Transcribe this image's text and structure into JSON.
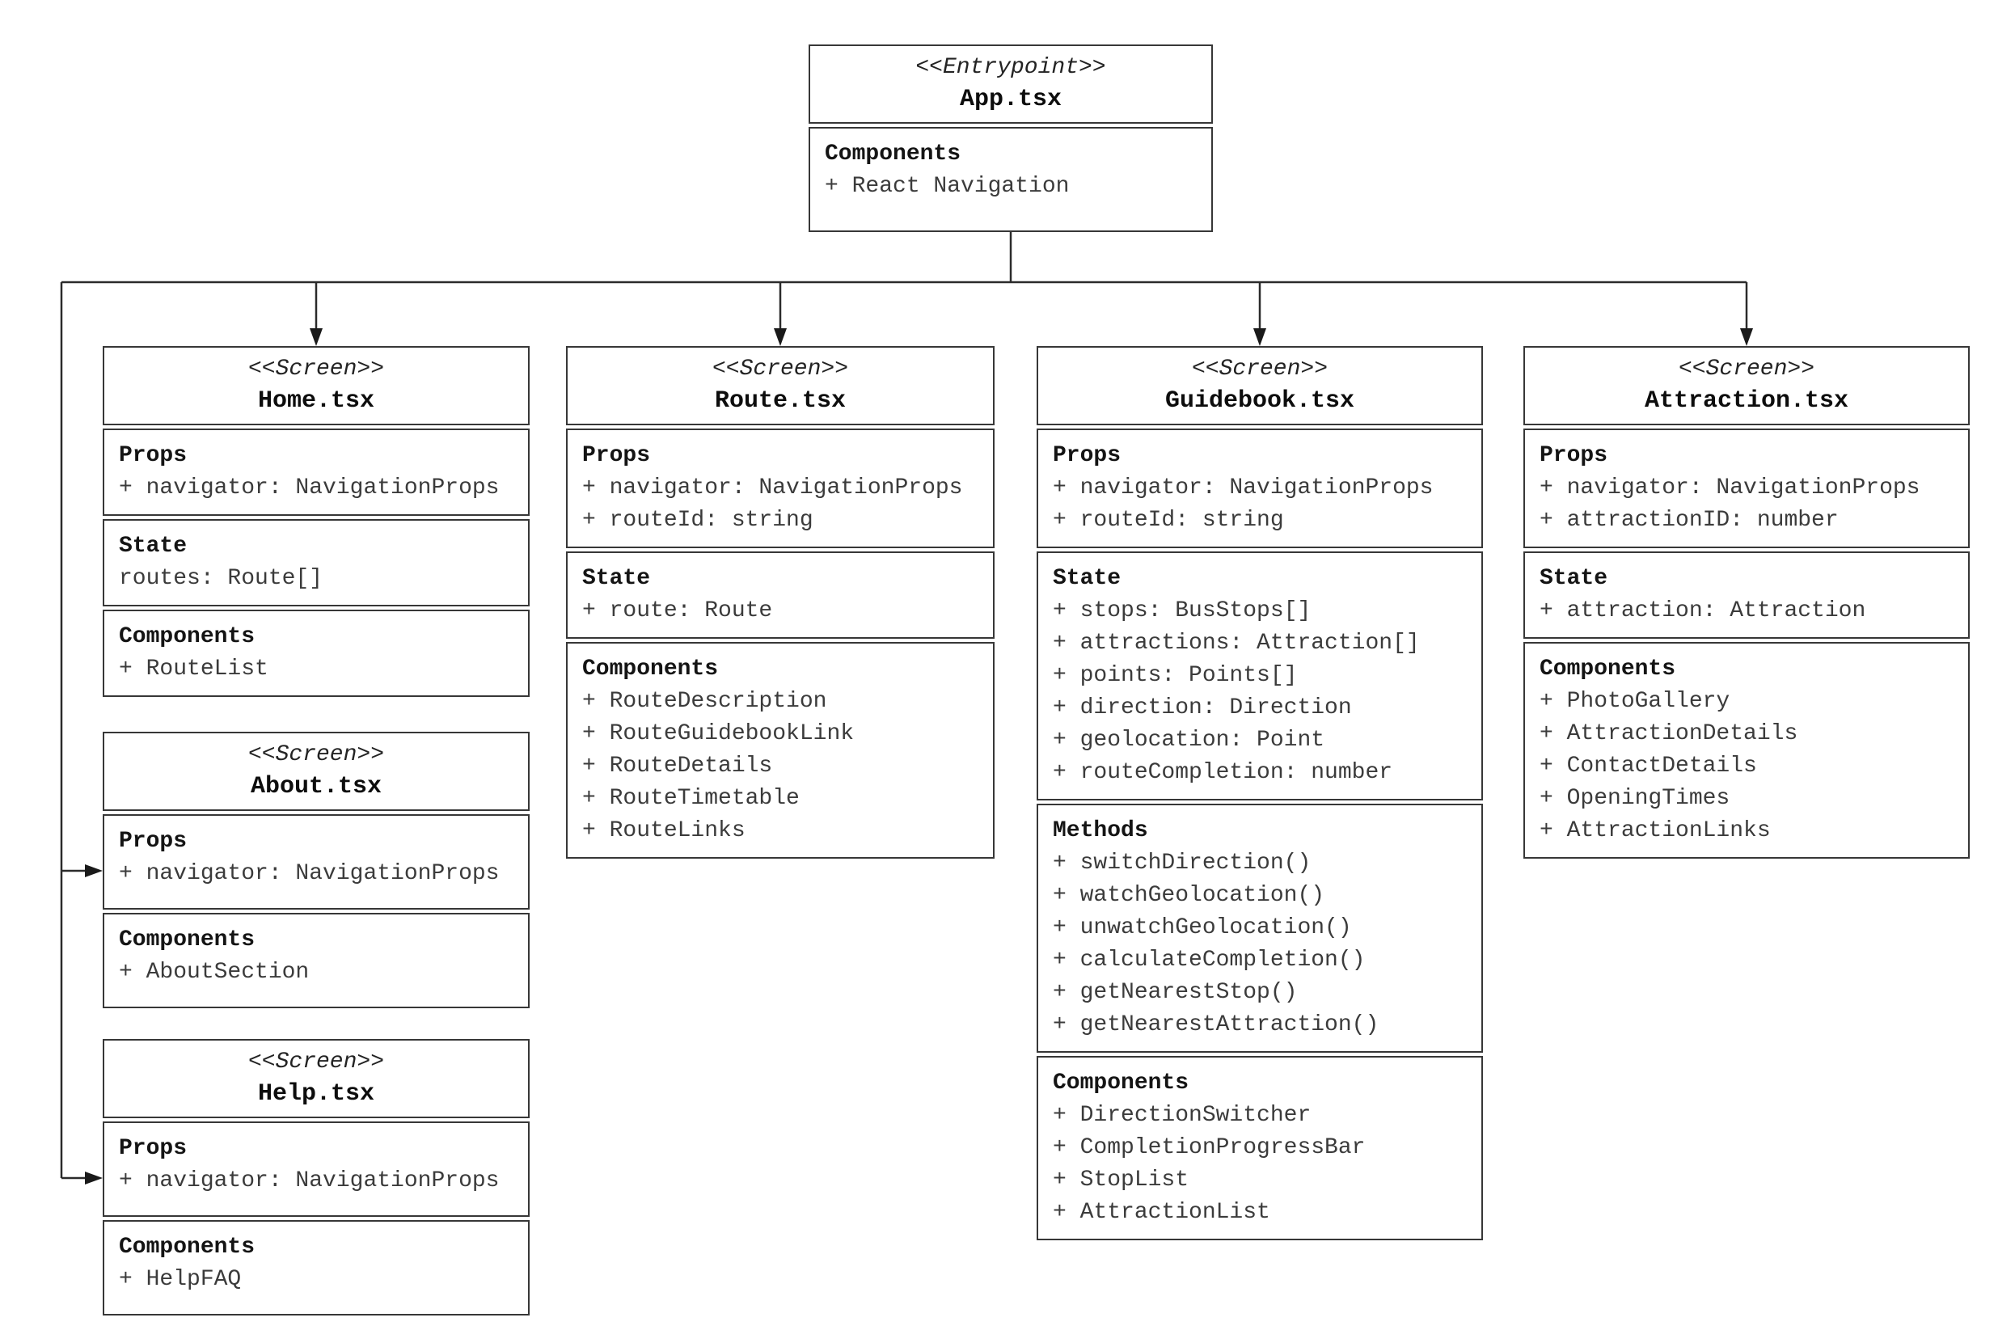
{
  "diagram": {
    "background_color": "#ffffff",
    "line_color": "#2b2b2b",
    "text_color": "#1f1f1f",
    "classes": [
      {
        "id": "app",
        "stereotype": "<<Entrypoint>>",
        "name": "App.tsx",
        "sections": [
          {
            "header": "Components",
            "items": [
              "+ React Navigation"
            ]
          }
        ]
      },
      {
        "id": "home",
        "stereotype": "<<Screen>>",
        "name": "Home.tsx",
        "sections": [
          {
            "header": "Props",
            "items": [
              "+ navigator: NavigationProps"
            ]
          },
          {
            "header": "State",
            "items": [
              "routes: Route[]"
            ]
          },
          {
            "header": "Components",
            "items": [
              "+ RouteList"
            ]
          }
        ]
      },
      {
        "id": "route",
        "stereotype": "<<Screen>>",
        "name": "Route.tsx",
        "sections": [
          {
            "header": "Props",
            "items": [
              "+ navigator: NavigationProps",
              "+ routeId: string"
            ]
          },
          {
            "header": "State",
            "items": [
              "+ route: Route"
            ]
          },
          {
            "header": "Components",
            "items": [
              "+ RouteDescription",
              "+ RouteGuidebookLink",
              "+ RouteDetails",
              "+ RouteTimetable",
              "+ RouteLinks"
            ]
          }
        ]
      },
      {
        "id": "guidebook",
        "stereotype": "<<Screen>>",
        "name": "Guidebook.tsx",
        "sections": [
          {
            "header": "Props",
            "items": [
              "+ navigator: NavigationProps",
              "+ routeId: string"
            ]
          },
          {
            "header": "State",
            "items": [
              "+ stops: BusStops[]",
              "+ attractions: Attraction[]",
              "+ points: Points[]",
              "+ direction: Direction",
              "+ geolocation: Point",
              "+ routeCompletion: number"
            ]
          },
          {
            "header": "Methods",
            "items": [
              "+ switchDirection()",
              "+ watchGeolocation()",
              "+ unwatchGeolocation()",
              "+ calculateCompletion()",
              "+ getNearestStop()",
              "+ getNearestAttraction()"
            ]
          },
          {
            "header": "Components",
            "items": [
              "+ DirectionSwitcher",
              "+ CompletionProgressBar",
              "+ StopList",
              "+ AttractionList"
            ]
          }
        ]
      },
      {
        "id": "attraction",
        "stereotype": "<<Screen>>",
        "name": "Attraction.tsx",
        "sections": [
          {
            "header": "Props",
            "items": [
              "+ navigator: NavigationProps",
              "+ attractionID: number"
            ]
          },
          {
            "header": "State",
            "items": [
              "+ attraction: Attraction"
            ]
          },
          {
            "header": "Components",
            "items": [
              "+ PhotoGallery",
              "+ AttractionDetails",
              "+ ContactDetails",
              "+ OpeningTimes",
              "+ AttractionLinks"
            ]
          }
        ]
      },
      {
        "id": "about",
        "stereotype": "<<Screen>>",
        "name": "About.tsx",
        "sections": [
          {
            "header": "Props",
            "items": [
              "+ navigator: NavigationProps"
            ]
          },
          {
            "header": "Components",
            "items": [
              "+ AboutSection"
            ]
          }
        ]
      },
      {
        "id": "help",
        "stereotype": "<<Screen>>",
        "name": "Help.tsx",
        "sections": [
          {
            "header": "Props",
            "items": [
              "+ navigator: NavigationProps"
            ]
          },
          {
            "header": "Components",
            "items": [
              "+ HelpFAQ"
            ]
          }
        ]
      }
    ],
    "relationships": [
      {
        "from": "App.tsx",
        "to": "Home.tsx"
      },
      {
        "from": "App.tsx",
        "to": "Route.tsx"
      },
      {
        "from": "App.tsx",
        "to": "Guidebook.tsx"
      },
      {
        "from": "App.tsx",
        "to": "Attraction.tsx"
      },
      {
        "from": "App.tsx",
        "to": "About.tsx"
      },
      {
        "from": "App.tsx",
        "to": "Help.tsx"
      }
    ]
  }
}
